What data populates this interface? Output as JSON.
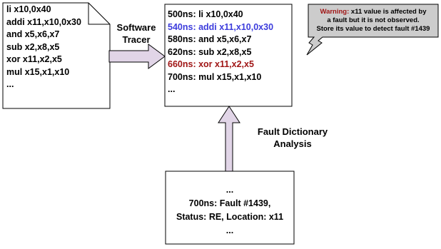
{
  "source_program": {
    "lines": [
      "li x10,0x40",
      "addi x11,x10,0x30",
      "and x5,x6,x7",
      "sub x2,x8,x5",
      "xor x11,x2,x5",
      "mul x15,x1,x10",
      "..."
    ]
  },
  "tracer": {
    "label_line1": "Software",
    "label_line2": "Tracer"
  },
  "trace": {
    "lines": [
      {
        "text": "500ns: li x10,0x40",
        "highlight": "none"
      },
      {
        "text": "540ns: addi x11,x10,0x30",
        "highlight": "blue"
      },
      {
        "text": "580ns: and x5,x6,x7",
        "highlight": "none"
      },
      {
        "text": "620ns: sub x2,x8,x5",
        "highlight": "none"
      },
      {
        "text": "660ns: xor x11,x2,x5",
        "highlight": "red"
      },
      {
        "text": "700ns: mul x15,x1,x10",
        "highlight": "none"
      },
      {
        "text": "...",
        "highlight": "none"
      }
    ]
  },
  "warning": {
    "label": "Warning:",
    "line1_rest": " x11 value is affected by",
    "line2": "a fault but it is not observed.",
    "line3": "Store its value to detect fault #1439"
  },
  "analysis": {
    "label_line1": "Fault Dictionary",
    "label_line2": "Analysis"
  },
  "fault_report": {
    "line1": "...",
    "line2": "700ns: Fault #1439,",
    "line3": "Status: RE, Location: x11",
    "line4": "..."
  },
  "colors": {
    "arrow_fill": "#e1d5e7",
    "callout_fill": "#cccccc",
    "highlight_blue": "#3c3cdc",
    "highlight_red": "#a01616"
  }
}
